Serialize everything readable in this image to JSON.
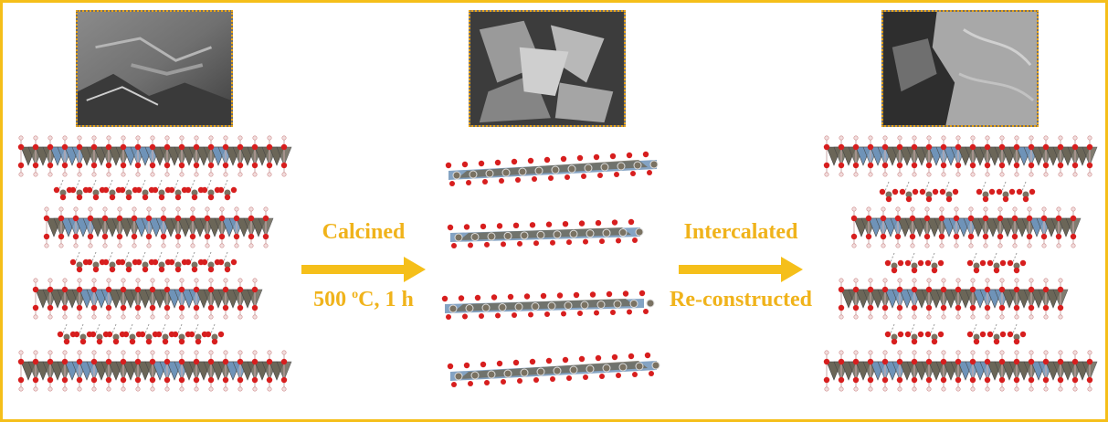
{
  "process": {
    "step1": {
      "label": "Calcined",
      "condition_prefix": "500 ",
      "condition_sup": "o",
      "condition_suffix": "C, 1 h"
    },
    "step2": {
      "label": "Intercalated",
      "label2": "Re-constructed"
    }
  },
  "colors": {
    "accent": "#f5bf1a",
    "label": "#f0b31b",
    "octahedron_brown": "#6b6658",
    "octahedron_blue": "#6f93b8",
    "oxygen": "#d71e1e",
    "hydrogen": "#f2dede",
    "carbon": "#7a7262"
  },
  "icons": {
    "arrow": "right-arrow-icon"
  }
}
